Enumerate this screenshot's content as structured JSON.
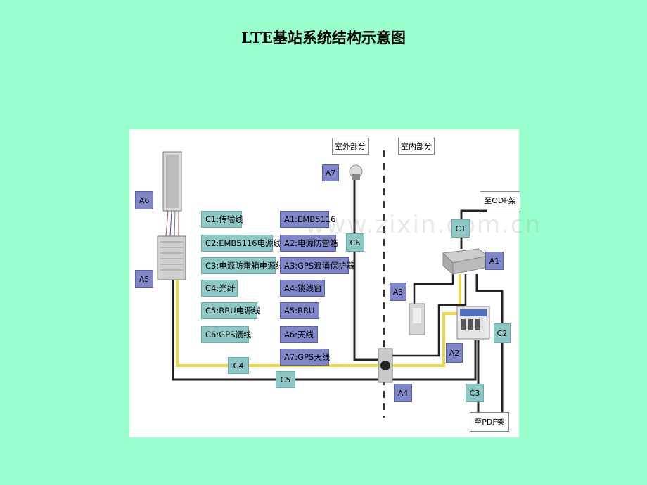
{
  "title": "LTE基站系统结构示意图",
  "regions": {
    "outdoor": "室外部分",
    "indoor": "室内部分"
  },
  "legend_c": [
    "C1:传输线",
    "C2:EMB5116电源线",
    "C3:电源防雷箱电源线",
    "C4:光纤",
    "C5:RRU电源线",
    "C6:GPS馈线"
  ],
  "legend_a": [
    "A1:EMB5116",
    "A2:电源防雷箱",
    "A3:GPS浪涌保护器",
    "A4:馈线窗",
    "A5:RRU",
    "A6:天线",
    "A7:GPS天线"
  ],
  "tags": {
    "a1": "A1",
    "a2": "A2",
    "a3": "A3",
    "a4": "A4",
    "a5": "A5",
    "a6": "A6",
    "a7": "A7",
    "c1": "C1",
    "c2": "C2",
    "c3": "C3",
    "c4": "C4",
    "c5": "C5",
    "c6": "C6"
  },
  "destinations": {
    "odf": "至ODF架",
    "pdf": "至PDF架"
  },
  "watermark": "www.zixin.com.cn"
}
